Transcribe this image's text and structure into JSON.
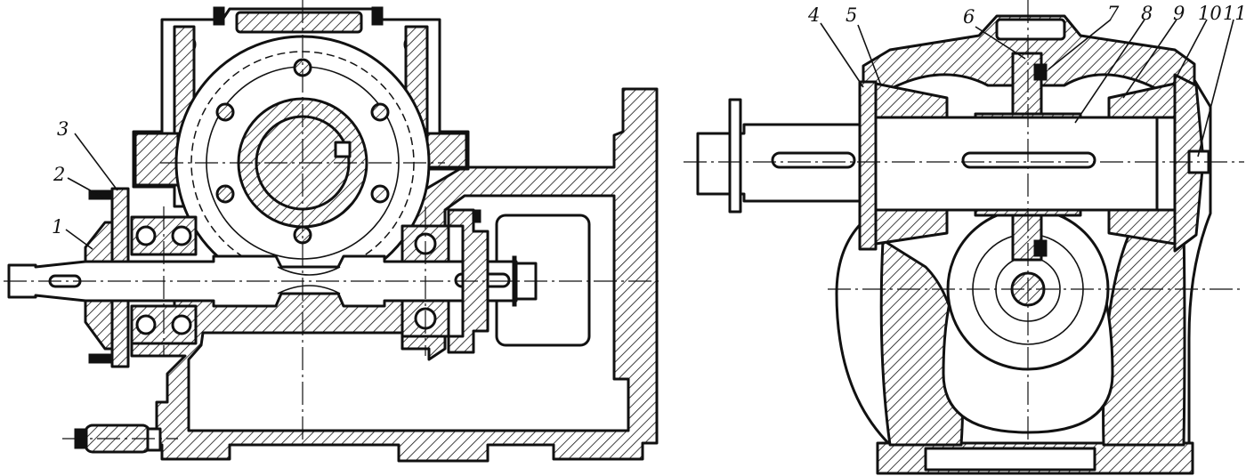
{
  "figure": {
    "callouts": [
      {
        "id": "c1",
        "text": "1"
      },
      {
        "id": "c2",
        "text": "2"
      },
      {
        "id": "c3",
        "text": "3"
      },
      {
        "id": "c4",
        "text": "4"
      },
      {
        "id": "c5",
        "text": "5"
      },
      {
        "id": "c6",
        "text": "6"
      },
      {
        "id": "c7",
        "text": "7"
      },
      {
        "id": "c8",
        "text": "8"
      },
      {
        "id": "c9",
        "text": "9"
      },
      {
        "id": "c10",
        "text": "10"
      },
      {
        "id": "c11",
        "text": "11"
      }
    ]
  }
}
